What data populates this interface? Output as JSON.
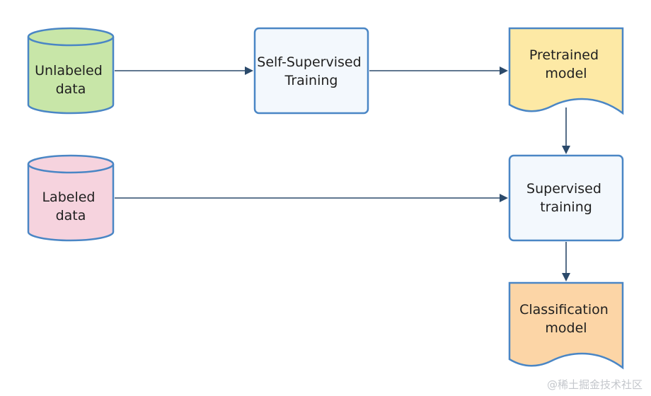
{
  "diagram": {
    "nodes": {
      "unlabeled_data": {
        "line1": "Unlabeled",
        "line2": "data"
      },
      "self_supervised_training": {
        "line1": "Self-Supervised",
        "line2": "Training"
      },
      "pretrained_model": {
        "line1": "Pretrained",
        "line2": "model"
      },
      "labeled_data": {
        "line1": "Labeled",
        "line2": "data"
      },
      "supervised_training": {
        "line1": "Supervised",
        "line2": "training"
      },
      "classification_model": {
        "line1": "Classification",
        "line2": "model"
      }
    },
    "colors": {
      "stroke": "#4a86c5",
      "arrow": "#2b4a6b",
      "unlabeled_fill": "#c8e6a8",
      "labeled_fill": "#f6d3de",
      "process_fill": "#f3f8fd",
      "pretrained_fill": "#fde9a5",
      "classification_fill": "#fcd5a6"
    }
  },
  "watermark": "@稀土掘金技术社区"
}
